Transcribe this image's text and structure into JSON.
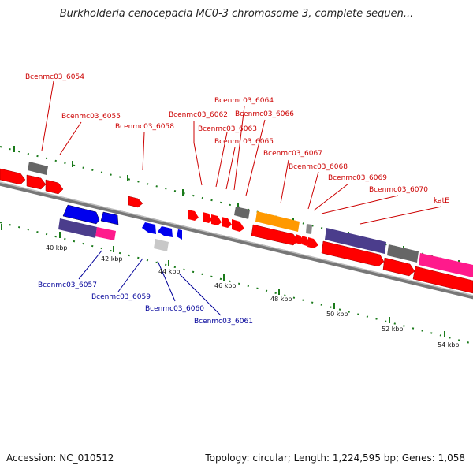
{
  "title": "Burkholderia cenocepacia MC0-3 chromosome 3, complete sequen...",
  "accession": "Accession: NC_010512",
  "summary": "Topology: circular; Length: 1,224,595 bp; Genes: 1,058",
  "colors": {
    "forward_cds": "#ff0000",
    "reverse_cds": "#0000ee",
    "gene_feature": "#666666",
    "rrna_like": "#ff9900",
    "purple_block": "#4b3d8c",
    "pink_block": "#ff1a8c",
    "backbone": "#888888",
    "tick": "#1a7a1a",
    "top_label": "#cc0000",
    "bottom_label": "#000099"
  },
  "top_labels": [
    "Bcenmc03_6054",
    "Bcenmc03_6055",
    "Bcenmc03_6058",
    "Bcenmc03_6062",
    "Bcenmc03_6064",
    "Bcenmc03_6063",
    "Bcenmc03_6066",
    "Bcenmc03_6065",
    "Bcenmc03_6067",
    "Bcenmc03_6068",
    "Bcenmc03_6069",
    "Bcenmc03_6070",
    "katE"
  ],
  "bottom_labels": [
    "Bcenmc03_6057",
    "Bcenmc03_6059",
    "Bcenmc03_6060",
    "Bcenmc03_6061"
  ],
  "scale_ticks": [
    "40 kbp",
    "42 kbp",
    "44 kbp",
    "46 kbp",
    "48 kbp",
    "50 kbp",
    "52 kbp",
    "54 kbp"
  ]
}
